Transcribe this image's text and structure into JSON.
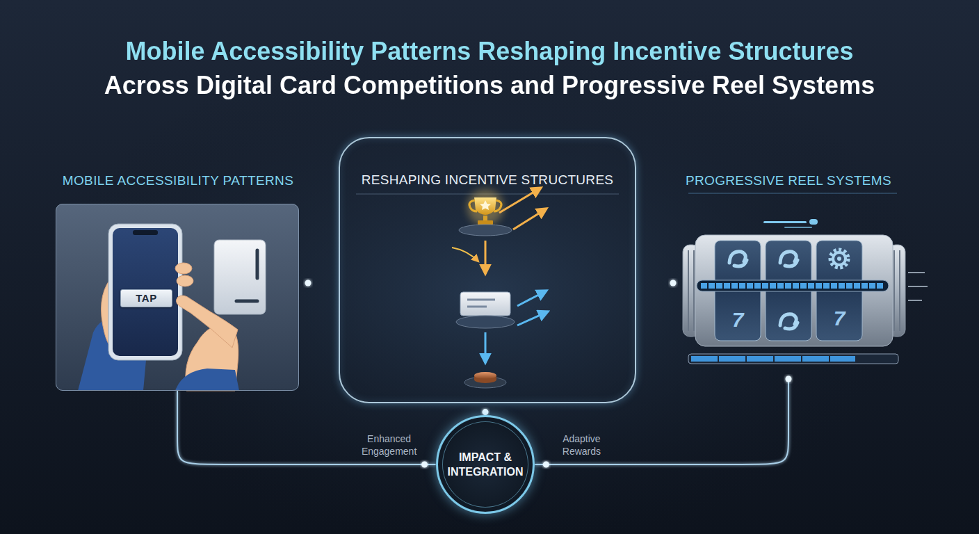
{
  "diagram": {
    "title": "Mobile Accessibility Patterns Reshaping Incentive Structures Across Digital Card Competitions and Progressive Reel Systems",
    "nodes": [
      {
        "text": [
          "MOBILE ACCESSIBILITY PATTERNS"
        ]
      },
      {
        "text": [
          "TAP"
        ],
        "in": 0
      },
      {
        "text": [
          "RESHAPING INCENTIVE STRUCTURES"
        ]
      },
      {
        "text": [
          "PROGRESSIVE REEL SYSTEMS"
        ]
      },
      {
        "text": [
          "IMPACT & INTEGRATION"
        ]
      }
    ],
    "edges": [
      {
        "from": 0,
        "to": 2,
        "arrow": "none"
      },
      {
        "from": 2,
        "to": 3,
        "arrow": "none"
      },
      {
        "from": 2,
        "to": 4,
        "arrow": "none"
      },
      {
        "from": 0,
        "to": 4,
        "label": "Enhanced Engagement",
        "arrow": "none"
      },
      {
        "from": 3,
        "to": 4,
        "label": "Adaptive Rewards",
        "arrow": "none"
      }
    ],
    "labels": [
      "7",
      "7"
    ]
  }
}
